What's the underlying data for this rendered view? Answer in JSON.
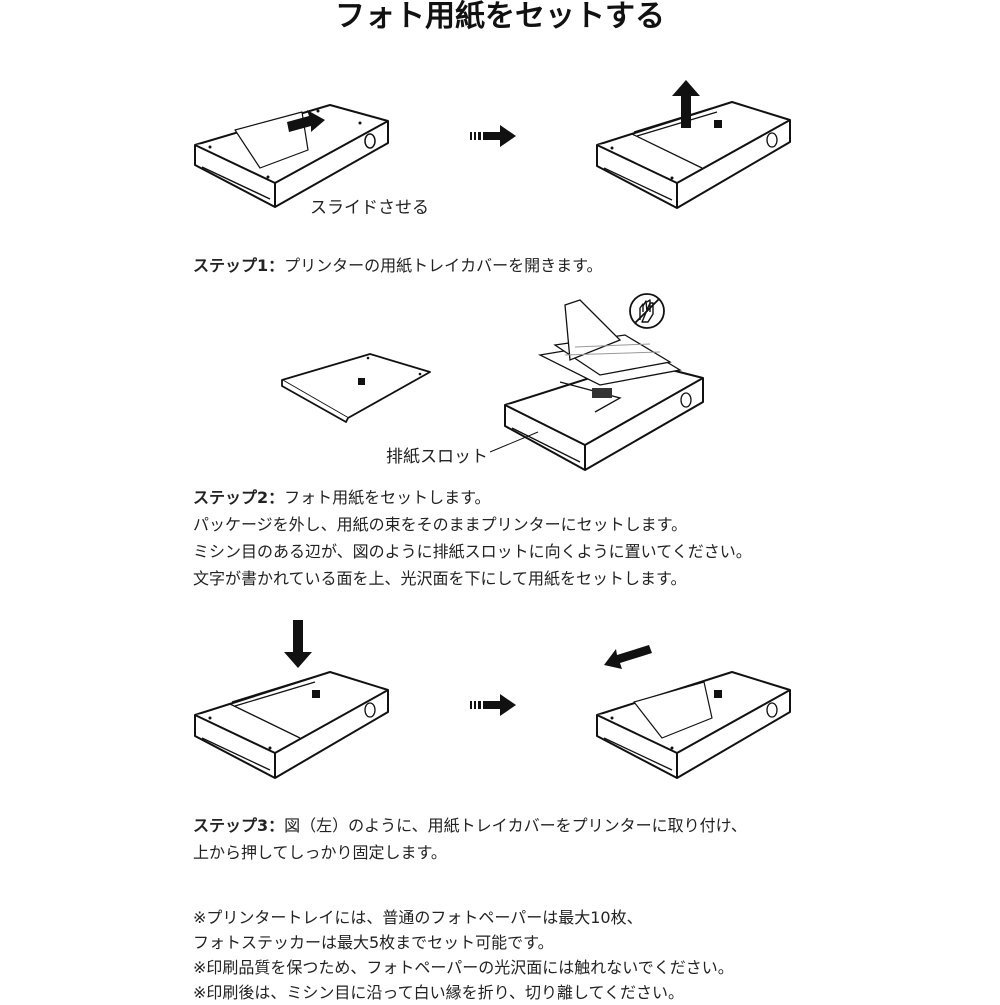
{
  "title": "フォト用紙をセットする",
  "step1": {
    "caption_slide": "スライドさせる",
    "label": "ステップ1：",
    "text": "プリンターの用紙トレイカバーを開きます。"
  },
  "step2": {
    "caption_slot": "排紙スロット",
    "label": "ステップ2：",
    "text": "フォト用紙をセットします。",
    "lines": [
      "パッケージを外し、用紙の束をそのままプリンターにセットします。",
      "ミシン目のある辺が、図のように排紙スロットに向くように置いてください。",
      "文字が書かれている面を上、光沢面を下にして用紙をセットします。"
    ]
  },
  "step3": {
    "label": "ステップ3：",
    "text": "図（左）のように、用紙トレイカバーをプリンターに取り付け、",
    "line2": "上から押してしっかり固定します。"
  },
  "notes": [
    "※プリンタートレイには、普通のフォトペーパーは最大10枚、",
    "フォトステッカーは最大5枚までセット可能です。",
    "※印刷品質を保つため、フォトペーパーの光沢面には触れないでください。",
    "※印刷後は、ミシン目に沿って白い縁を折り、切り離してください。"
  ],
  "icons": {
    "next_arrow": "next-step-arrow-icon",
    "move_arrow": "direction-arrow-icon",
    "no_touch": "no-touch-hand-icon"
  }
}
